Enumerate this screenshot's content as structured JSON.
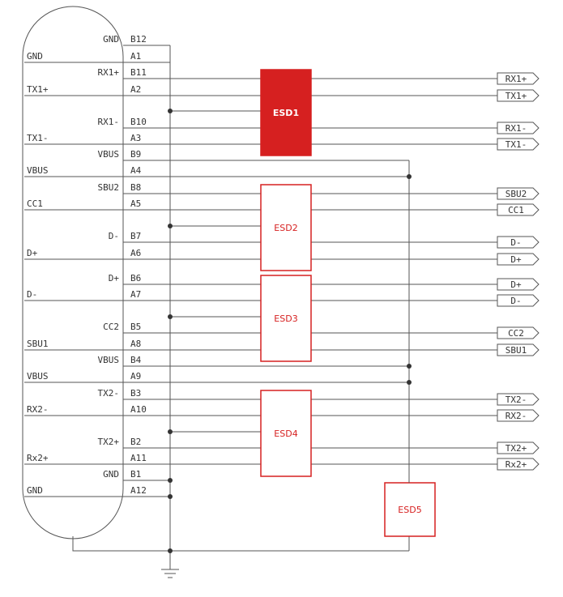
{
  "colors": {
    "esd_accent": "#d62020",
    "wire": "#555555",
    "text": "#333333"
  },
  "connector_rows": [
    {
      "left": "",
      "mid": "GND",
      "pin": "B12"
    },
    {
      "left": "GND",
      "mid": "",
      "pin": "A1"
    },
    {
      "left": "",
      "mid": "RX1+",
      "pin": "B11"
    },
    {
      "left": "TX1+",
      "mid": "",
      "pin": "A2"
    },
    {
      "left": "",
      "mid": "RX1-",
      "pin": "B10"
    },
    {
      "left": "TX1-",
      "mid": "",
      "pin": "A3"
    },
    {
      "left": "",
      "mid": "VBUS",
      "pin": "B9"
    },
    {
      "left": "VBUS",
      "mid": "",
      "pin": "A4"
    },
    {
      "left": "",
      "mid": "SBU2",
      "pin": "B8"
    },
    {
      "left": "CC1",
      "mid": "",
      "pin": "A5"
    },
    {
      "left": "",
      "mid": "D-",
      "pin": "B7"
    },
    {
      "left": "D+",
      "mid": "",
      "pin": "A6"
    },
    {
      "left": "",
      "mid": "D+",
      "pin": "B6"
    },
    {
      "left": "D-",
      "mid": "",
      "pin": "A7"
    },
    {
      "left": "",
      "mid": "CC2",
      "pin": "B5"
    },
    {
      "left": "SBU1",
      "mid": "",
      "pin": "A8"
    },
    {
      "left": "",
      "mid": "VBUS",
      "pin": "B4"
    },
    {
      "left": "VBUS",
      "mid": "",
      "pin": "A9"
    },
    {
      "left": "",
      "mid": "TX2-",
      "pin": "B3"
    },
    {
      "left": "RX2-",
      "mid": "",
      "pin": "A10"
    },
    {
      "left": "",
      "mid": "TX2+",
      "pin": "B2"
    },
    {
      "left": "Rx2+",
      "mid": "",
      "pin": "A11"
    },
    {
      "left": "",
      "mid": "GND",
      "pin": "B1"
    },
    {
      "left": "GND",
      "mid": "",
      "pin": "A12"
    }
  ],
  "esd_blocks": [
    {
      "label": "ESD1",
      "filled": true
    },
    {
      "label": "ESD2",
      "filled": false
    },
    {
      "label": "ESD3",
      "filled": false
    },
    {
      "label": "ESD4",
      "filled": false
    },
    {
      "label": "ESD5",
      "filled": false
    }
  ],
  "output_labels": [
    "RX1+",
    "TX1+",
    "RX1-",
    "TX1-",
    "SBU2",
    "CC1",
    "D-",
    "D+",
    "D+",
    "D-",
    "CC2",
    "SBU1",
    "TX2-",
    "RX2-",
    "TX2+",
    "Rx2+"
  ]
}
